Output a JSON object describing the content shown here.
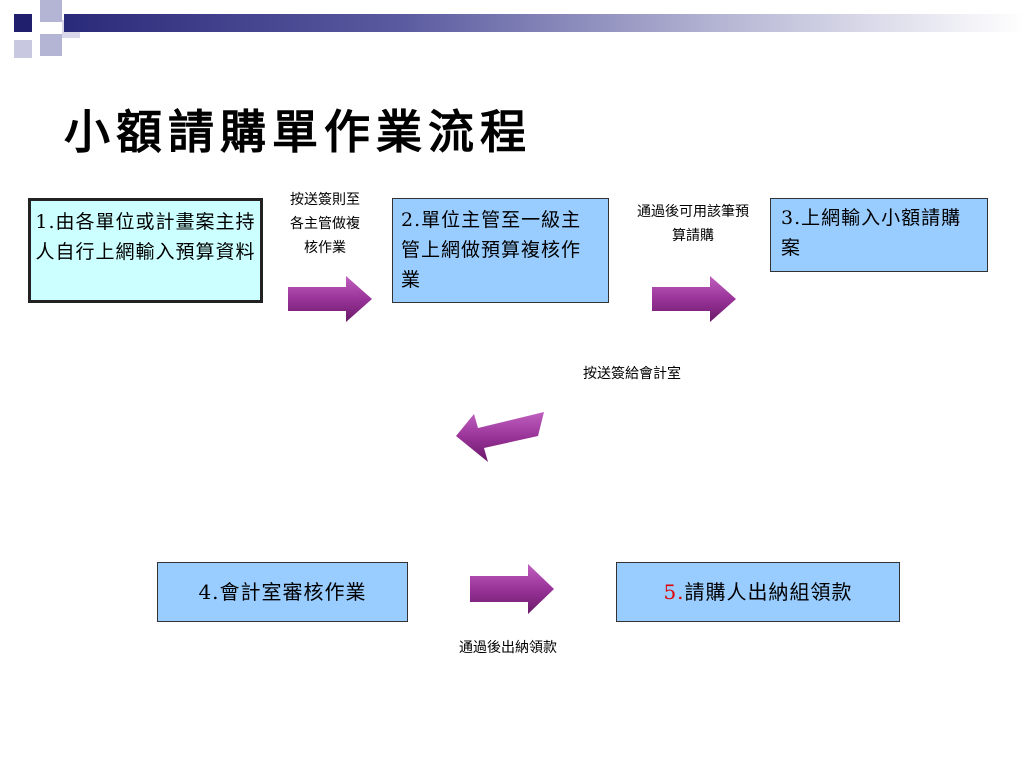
{
  "title": "小額請購單作業流程",
  "colors": {
    "header_dark": "#2a2a7a",
    "header_light": "#b9b9d6",
    "box1_fill": "#ccffff",
    "box_fill": "#99ccff",
    "arrow_fill": "#993399",
    "accent_red": "#e00000"
  },
  "steps": [
    {
      "label": "1.由各單位或計畫案主持人自行上網輸入預算資料"
    },
    {
      "label": "2.單位主管至一級主管上網做預算複核作業"
    },
    {
      "label": "3.上網輸入小額請購案"
    },
    {
      "label": "4.會計室審核作業"
    },
    {
      "number": "5.",
      "label": "請購人出納組領款"
    }
  ],
  "connectors": [
    {
      "label": "按送簽則至各主管做複核作業"
    },
    {
      "label": "通過後可用該筆預算請購"
    },
    {
      "label": "按送簽給會計室"
    },
    {
      "label": "通過後出納領款"
    }
  ]
}
